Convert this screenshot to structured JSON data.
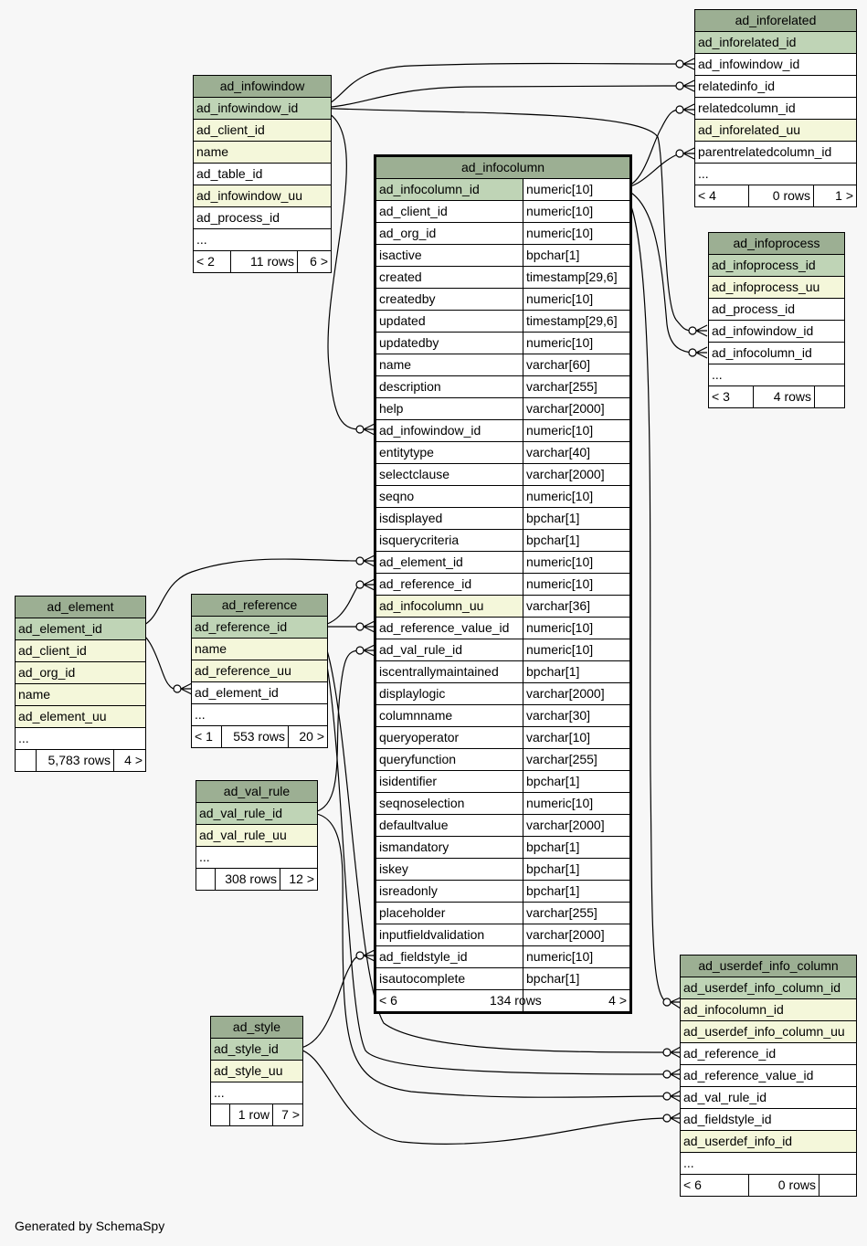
{
  "footer": "Generated by SchemaSpy",
  "colors": {
    "header": "#9caf93",
    "primary_key": "#bfd4b6",
    "unique": "#f4f7da",
    "background": "#f7f7f7"
  },
  "tables": {
    "ad_inforelated": {
      "name": "ad_inforelated",
      "columns": [
        {
          "name": "ad_inforelated_id",
          "kind": "pk"
        },
        {
          "name": "ad_infowindow_id",
          "kind": "fk"
        },
        {
          "name": "relatedinfo_id",
          "kind": "fk"
        },
        {
          "name": "relatedcolumn_id",
          "kind": "fk"
        },
        {
          "name": "ad_inforelated_uu",
          "kind": "uu"
        },
        {
          "name": "parentrelatedcolumn_id",
          "kind": "fk"
        },
        {
          "name": "...",
          "kind": "more"
        }
      ],
      "footer": {
        "parents": "< 4",
        "rows": "0 rows",
        "children": "1 >"
      }
    },
    "ad_infowindow": {
      "name": "ad_infowindow",
      "columns": [
        {
          "name": "ad_infowindow_id",
          "kind": "pk"
        },
        {
          "name": "ad_client_id",
          "kind": "uu"
        },
        {
          "name": "name",
          "kind": "uu"
        },
        {
          "name": "ad_table_id",
          "kind": "plain"
        },
        {
          "name": "ad_infowindow_uu",
          "kind": "uu"
        },
        {
          "name": "ad_process_id",
          "kind": "plain"
        },
        {
          "name": "...",
          "kind": "more"
        }
      ],
      "footer": {
        "parents": "< 2",
        "rows": "11 rows",
        "children": "6 >"
      }
    },
    "ad_infocolumn": {
      "name": "ad_infocolumn",
      "columns": [
        {
          "name": "ad_infocolumn_id",
          "type": "numeric[10]",
          "kind": "pk"
        },
        {
          "name": "ad_client_id",
          "type": "numeric[10]",
          "kind": "plain"
        },
        {
          "name": "ad_org_id",
          "type": "numeric[10]",
          "kind": "plain"
        },
        {
          "name": "isactive",
          "type": "bpchar[1]",
          "kind": "plain"
        },
        {
          "name": "created",
          "type": "timestamp[29,6]",
          "kind": "plain"
        },
        {
          "name": "createdby",
          "type": "numeric[10]",
          "kind": "plain"
        },
        {
          "name": "updated",
          "type": "timestamp[29,6]",
          "kind": "plain"
        },
        {
          "name": "updatedby",
          "type": "numeric[10]",
          "kind": "plain"
        },
        {
          "name": "name",
          "type": "varchar[60]",
          "kind": "plain"
        },
        {
          "name": "description",
          "type": "varchar[255]",
          "kind": "plain"
        },
        {
          "name": "help",
          "type": "varchar[2000]",
          "kind": "plain"
        },
        {
          "name": "ad_infowindow_id",
          "type": "numeric[10]",
          "kind": "fk"
        },
        {
          "name": "entitytype",
          "type": "varchar[40]",
          "kind": "plain"
        },
        {
          "name": "selectclause",
          "type": "varchar[2000]",
          "kind": "plain"
        },
        {
          "name": "seqno",
          "type": "numeric[10]",
          "kind": "plain"
        },
        {
          "name": "isdisplayed",
          "type": "bpchar[1]",
          "kind": "plain"
        },
        {
          "name": "isquerycriteria",
          "type": "bpchar[1]",
          "kind": "plain"
        },
        {
          "name": "ad_element_id",
          "type": "numeric[10]",
          "kind": "fk"
        },
        {
          "name": "ad_reference_id",
          "type": "numeric[10]",
          "kind": "fk"
        },
        {
          "name": "ad_infocolumn_uu",
          "type": "varchar[36]",
          "kind": "uu"
        },
        {
          "name": "ad_reference_value_id",
          "type": "numeric[10]",
          "kind": "fk"
        },
        {
          "name": "ad_val_rule_id",
          "type": "numeric[10]",
          "kind": "fk"
        },
        {
          "name": "iscentrallymaintained",
          "type": "bpchar[1]",
          "kind": "plain"
        },
        {
          "name": "displaylogic",
          "type": "varchar[2000]",
          "kind": "plain"
        },
        {
          "name": "columnname",
          "type": "varchar[30]",
          "kind": "plain"
        },
        {
          "name": "queryoperator",
          "type": "varchar[10]",
          "kind": "plain"
        },
        {
          "name": "queryfunction",
          "type": "varchar[255]",
          "kind": "plain"
        },
        {
          "name": "isidentifier",
          "type": "bpchar[1]",
          "kind": "plain"
        },
        {
          "name": "seqnoselection",
          "type": "numeric[10]",
          "kind": "plain"
        },
        {
          "name": "defaultvalue",
          "type": "varchar[2000]",
          "kind": "plain"
        },
        {
          "name": "ismandatory",
          "type": "bpchar[1]",
          "kind": "plain"
        },
        {
          "name": "iskey",
          "type": "bpchar[1]",
          "kind": "plain"
        },
        {
          "name": "isreadonly",
          "type": "bpchar[1]",
          "kind": "plain"
        },
        {
          "name": "placeholder",
          "type": "varchar[255]",
          "kind": "plain"
        },
        {
          "name": "inputfieldvalidation",
          "type": "varchar[2000]",
          "kind": "plain"
        },
        {
          "name": "ad_fieldstyle_id",
          "type": "numeric[10]",
          "kind": "fk"
        },
        {
          "name": "isautocomplete",
          "type": "bpchar[1]",
          "kind": "plain"
        }
      ],
      "footer": {
        "parents": "< 6",
        "rows": "134 rows",
        "children": "4 >"
      }
    },
    "ad_infoprocess": {
      "name": "ad_infoprocess",
      "columns": [
        {
          "name": "ad_infoprocess_id",
          "kind": "pk"
        },
        {
          "name": "ad_infoprocess_uu",
          "kind": "uu"
        },
        {
          "name": "ad_process_id",
          "kind": "plain"
        },
        {
          "name": "ad_infowindow_id",
          "kind": "fk"
        },
        {
          "name": "ad_infocolumn_id",
          "kind": "fk"
        },
        {
          "name": "...",
          "kind": "more"
        }
      ],
      "footer": {
        "parents": "< 3",
        "rows": "4 rows",
        "children": ""
      }
    },
    "ad_element": {
      "name": "ad_element",
      "columns": [
        {
          "name": "ad_element_id",
          "kind": "pk"
        },
        {
          "name": "ad_client_id",
          "kind": "uu"
        },
        {
          "name": "ad_org_id",
          "kind": "uu"
        },
        {
          "name": "name",
          "kind": "uu"
        },
        {
          "name": "ad_element_uu",
          "kind": "uu"
        },
        {
          "name": "...",
          "kind": "more"
        }
      ],
      "footer": {
        "parents": "",
        "rows": "5,783 rows",
        "children": "4 >"
      }
    },
    "ad_reference": {
      "name": "ad_reference",
      "columns": [
        {
          "name": "ad_reference_id",
          "kind": "pk"
        },
        {
          "name": "name",
          "kind": "uu"
        },
        {
          "name": "ad_reference_uu",
          "kind": "uu"
        },
        {
          "name": "ad_element_id",
          "kind": "fk"
        },
        {
          "name": "...",
          "kind": "more"
        }
      ],
      "footer": {
        "parents": "< 1",
        "rows": "553 rows",
        "children": "20 >"
      }
    },
    "ad_val_rule": {
      "name": "ad_val_rule",
      "columns": [
        {
          "name": "ad_val_rule_id",
          "kind": "pk"
        },
        {
          "name": "ad_val_rule_uu",
          "kind": "uu"
        },
        {
          "name": "...",
          "kind": "more"
        }
      ],
      "footer": {
        "parents": "",
        "rows": "308 rows",
        "children": "12 >"
      }
    },
    "ad_style": {
      "name": "ad_style",
      "columns": [
        {
          "name": "ad_style_id",
          "kind": "pk"
        },
        {
          "name": "ad_style_uu",
          "kind": "uu"
        },
        {
          "name": "...",
          "kind": "more"
        }
      ],
      "footer": {
        "parents": "",
        "rows": "1 row",
        "children": "7 >"
      }
    },
    "ad_userdef_info_column": {
      "name": "ad_userdef_info_column",
      "columns": [
        {
          "name": "ad_userdef_info_column_id",
          "kind": "pk"
        },
        {
          "name": "ad_infocolumn_id",
          "kind": "uu"
        },
        {
          "name": "ad_userdef_info_column_uu",
          "kind": "uu"
        },
        {
          "name": "ad_reference_id",
          "kind": "fk"
        },
        {
          "name": "ad_reference_value_id",
          "kind": "fk"
        },
        {
          "name": "ad_val_rule_id",
          "kind": "fk"
        },
        {
          "name": "ad_fieldstyle_id",
          "kind": "fk"
        },
        {
          "name": "ad_userdef_info_id",
          "kind": "uu"
        },
        {
          "name": "...",
          "kind": "more"
        }
      ],
      "footer": {
        "parents": "< 6",
        "rows": "0 rows",
        "children": ""
      }
    }
  },
  "relationships": [
    {
      "from": "ad_infowindow.ad_infowindow_id",
      "to": "ad_inforelated.ad_infowindow_id"
    },
    {
      "from": "ad_infowindow.ad_infowindow_id",
      "to": "ad_inforelated.relatedinfo_id"
    },
    {
      "from": "ad_infowindow.ad_infowindow_id",
      "to": "ad_infocolumn.ad_infowindow_id"
    },
    {
      "from": "ad_infowindow.ad_infowindow_id",
      "to": "ad_infoprocess.ad_infowindow_id"
    },
    {
      "from": "ad_infocolumn.ad_infocolumn_id",
      "to": "ad_inforelated.relatedcolumn_id"
    },
    {
      "from": "ad_infocolumn.ad_infocolumn_id",
      "to": "ad_inforelated.parentrelatedcolumn_id"
    },
    {
      "from": "ad_infocolumn.ad_infocolumn_id",
      "to": "ad_infoprocess.ad_infocolumn_id"
    },
    {
      "from": "ad_infocolumn.ad_infocolumn_id",
      "to": "ad_userdef_info_column.ad_infocolumn_id"
    },
    {
      "from": "ad_element.ad_element_id",
      "to": "ad_infocolumn.ad_element_id"
    },
    {
      "from": "ad_element.ad_element_id",
      "to": "ad_reference.ad_element_id"
    },
    {
      "from": "ad_reference.ad_reference_id",
      "to": "ad_infocolumn.ad_reference_id"
    },
    {
      "from": "ad_reference.ad_reference_id",
      "to": "ad_infocolumn.ad_reference_value_id"
    },
    {
      "from": "ad_reference.ad_reference_id",
      "to": "ad_userdef_info_column.ad_reference_id"
    },
    {
      "from": "ad_reference.ad_reference_id",
      "to": "ad_userdef_info_column.ad_reference_value_id"
    },
    {
      "from": "ad_val_rule.ad_val_rule_id",
      "to": "ad_infocolumn.ad_val_rule_id"
    },
    {
      "from": "ad_val_rule.ad_val_rule_id",
      "to": "ad_userdef_info_column.ad_val_rule_id"
    },
    {
      "from": "ad_style.ad_style_id",
      "to": "ad_infocolumn.ad_fieldstyle_id"
    },
    {
      "from": "ad_style.ad_style_id",
      "to": "ad_userdef_info_column.ad_fieldstyle_id"
    }
  ]
}
